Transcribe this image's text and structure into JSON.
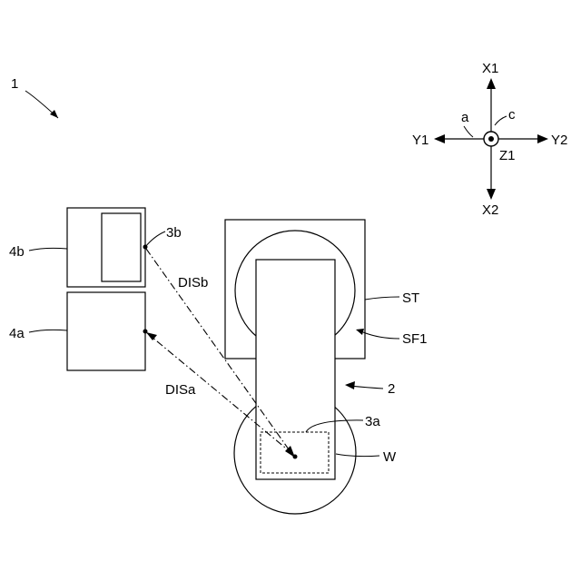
{
  "figure": {
    "system_ref": "1",
    "axes": {
      "x1": "X1",
      "x2": "X2",
      "y1": "Y1",
      "y2": "Y2",
      "z1": "Z1",
      "a": "a",
      "c": "c"
    },
    "labels": {
      "camera_b": "4b",
      "camera_a": "4a",
      "point_b": "3b",
      "distance_b": "DISb",
      "distance_a": "DISa",
      "stage": "ST",
      "stage_face": "SF1",
      "robot_hand": "2",
      "mark": "3a",
      "wafer": "W"
    }
  }
}
